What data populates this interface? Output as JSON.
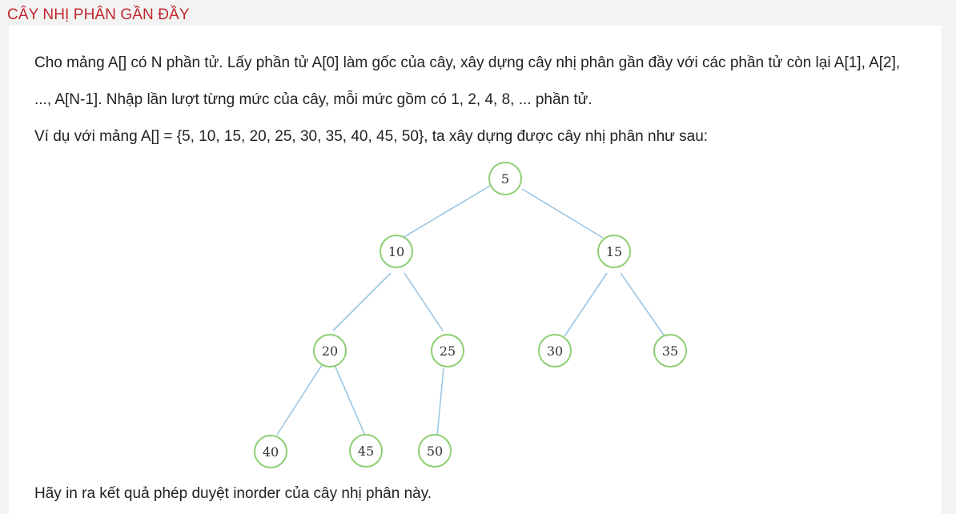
{
  "title": "CÂY NHỊ PHÂN GẦN ĐẦY",
  "paragraphs": {
    "p1": "Cho mảng A[] có N phần tử. Lấy phần tử A[0] làm gốc của cây, xây dựng cây nhị phân gần đầy với các phần tử còn lại A[1], A[2],",
    "p2": "..., A[N-1]. Nhập lần lượt từng mức của cây, mỗi mức gồm có 1, 2, 4, 8, ... phần tử.",
    "p3": "Ví dụ với mảng A[] = {5, 10, 15, 20, 25, 30, 35, 40, 45, 50}, ta xây dựng được cây nhị phân như sau:",
    "p4": "Hãy in ra kết quả phép duyệt inorder của cây nhị phân này."
  },
  "tree": {
    "nodes": [
      "5",
      "10",
      "15",
      "20",
      "25",
      "30",
      "35",
      "40",
      "45",
      "50"
    ]
  }
}
